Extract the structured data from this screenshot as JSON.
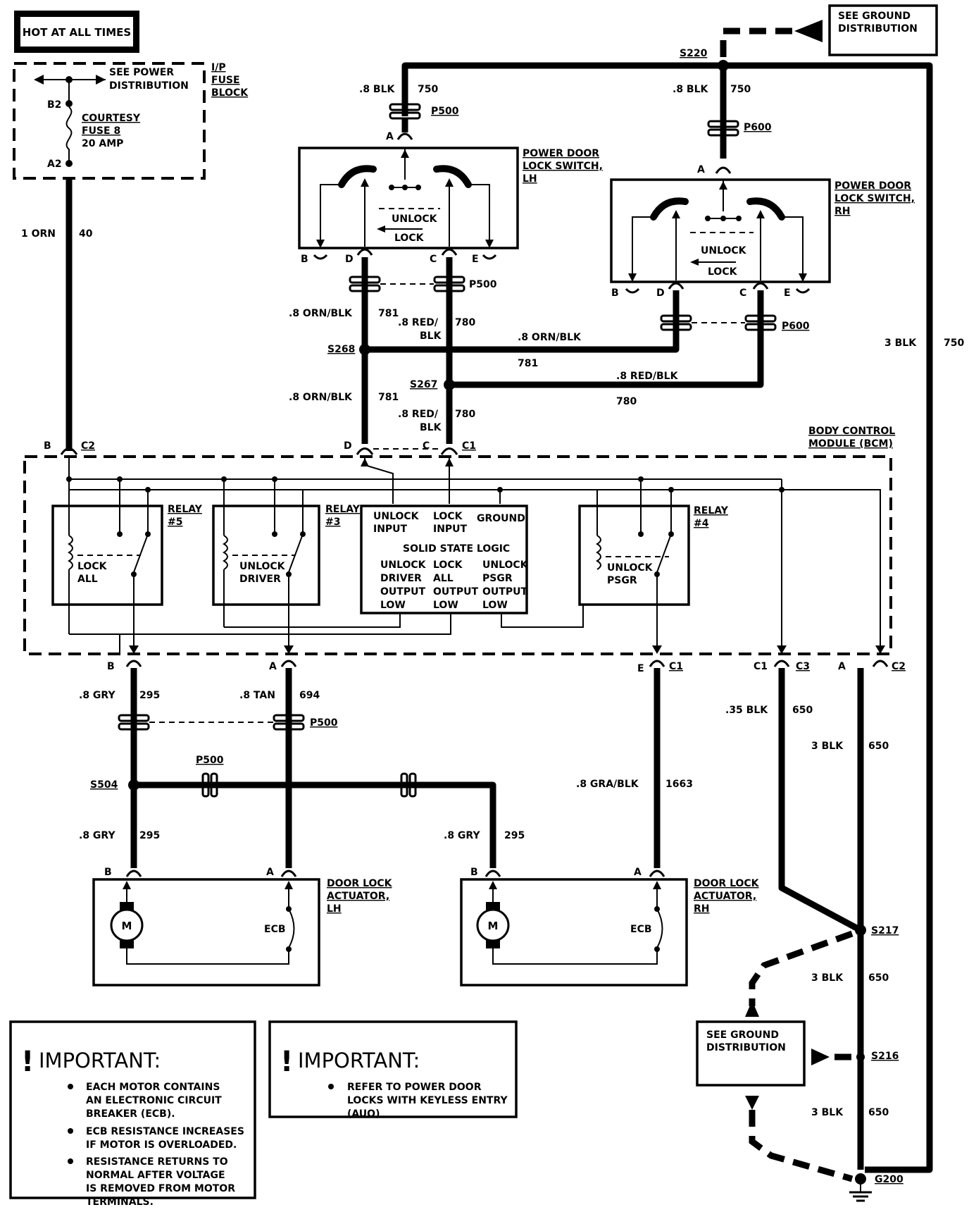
{
  "header": {
    "hot_label": "HOT AT ALL TIMES"
  },
  "fuse_block": {
    "see_power_1": "SEE POWER",
    "see_power_2": "DISTRIBUTION",
    "title_1": "I/P",
    "title_2": "FUSE",
    "title_3": "BLOCK",
    "pin_top": "B2",
    "pin_bottom": "A2",
    "fuse_1": "COURTESY",
    "fuse_2": "FUSE 8",
    "fuse_3": "20 AMP"
  },
  "ground_top": {
    "line1": "SEE GROUND",
    "line2": "DISTRIBUTION"
  },
  "splices": {
    "s220": "S220",
    "s268": "S268",
    "s267": "S267",
    "s504": "S504",
    "s217": "S217",
    "s216": "S216",
    "g200": "G200"
  },
  "connectors": {
    "p500": "P500",
    "p600": "P600",
    "c1": "C1",
    "c2": "C2",
    "c3": "C3"
  },
  "wires": {
    "w_750_lh_gauge": ".8 BLK",
    "w_750_lh_circ": "750",
    "w_750_rh_gauge": ".8 BLK",
    "w_750_rh_circ": "750",
    "w_750_main_gauge": "3 BLK",
    "w_750_main_circ": "750",
    "w_40_gauge": "1 ORN",
    "w_40_circ": "40",
    "w_781_a_gauge": ".8 ORN/BLK",
    "w_781_a_circ": "781",
    "w_780_a_gauge1": ".8 RED/",
    "w_780_a_gauge2": "BLK",
    "w_780_a_circ": "780",
    "w_781_h_gauge": ".8 ORN/BLK",
    "w_781_h_circ": "781",
    "w_780_h_gauge": ".8 RED/BLK",
    "w_780_h_circ": "780",
    "w_781_b_gauge": ".8 ORN/BLK",
    "w_781_b_circ": "781",
    "w_780_b_gauge1": ".8 RED/",
    "w_780_b_gauge2": "BLK",
    "w_780_b_circ": "780",
    "w_295_a_gauge": ".8 GRY",
    "w_295_a_circ": "295",
    "w_694_gauge": ".8 TAN",
    "w_694_circ": "694",
    "w_295_b_gauge": ".8 GRY",
    "w_295_b_circ": "295",
    "w_295_c_gauge": ".8 GRY",
    "w_295_c_circ": "295",
    "w_1663_gauge": ".8 GRA/BLK",
    "w_1663_circ": "1663",
    "w_650_a_gauge": ".35 BLK",
    "w_650_a_circ": "650",
    "w_650_b_gauge": "3 BLK",
    "w_650_b_circ": "650",
    "w_650_c_gauge": "3 BLK",
    "w_650_c_circ": "650",
    "w_650_d_gauge": "3 BLK",
    "w_650_d_circ": "650"
  },
  "switch_lh": {
    "title_1": "POWER DOOR",
    "title_2": "LOCK SWITCH,",
    "title_3": "LH",
    "unlock": "UNLOCK",
    "lock": "LOCK",
    "pin_a": "A",
    "pin_b": "B",
    "pin_c": "C",
    "pin_d": "D",
    "pin_e": "E"
  },
  "switch_rh": {
    "title_1": "POWER DOOR",
    "title_2": "LOCK SWITCH,",
    "title_3": "RH",
    "unlock": "UNLOCK",
    "lock": "LOCK",
    "pin_a": "A",
    "pin_b": "B",
    "pin_c": "C",
    "pin_d": "D",
    "pin_e": "E"
  },
  "bcm": {
    "title_1": "BODY CONTROL",
    "title_2": "MODULE (BCM)",
    "pin_b": "B",
    "pin_d": "D",
    "pin_c": "C",
    "relay5_t1": "RELAY",
    "relay5_t2": "#5",
    "relay5_c1": "LOCK",
    "relay5_c2": "ALL",
    "relay3_t1": "RELAY",
    "relay3_t2": "#3",
    "relay3_c1": "UNLOCK",
    "relay3_c2": "DRIVER",
    "relay4_t1": "RELAY",
    "relay4_t2": "#4",
    "relay4_c1": "UNLOCK",
    "relay4_c2": "PSGR",
    "logic": {
      "unlock_input_1": "UNLOCK",
      "unlock_input_2": "INPUT",
      "lock_input_1": "LOCK",
      "lock_input_2": "INPUT",
      "ground": "GROUND",
      "title": "SOLID STATE LOGIC",
      "o1_1": "UNLOCK",
      "o1_2": "DRIVER",
      "o1_3": "OUTPUT",
      "o1_4": "LOW",
      "o2_1": "LOCK",
      "o2_2": "ALL",
      "o2_3": "OUTPUT",
      "o2_4": "LOW",
      "o3_1": "UNLOCK",
      "o3_2": "PSGR",
      "o3_3": "OUTPUT",
      "o3_4": "LOW"
    }
  },
  "bottom_pins": {
    "b_c2": "B",
    "a_c2": "A",
    "e_c1": "E",
    "c1_c3": "C1",
    "a_c2b": "A"
  },
  "actuator_lh": {
    "title_1": "DOOR LOCK",
    "title_2": "ACTUATOR,",
    "title_3": "LH",
    "pin_b": "B",
    "pin_a": "A",
    "motor": "M",
    "ecb": "ECB"
  },
  "actuator_rh": {
    "title_1": "DOOR LOCK",
    "title_2": "ACTUATOR,",
    "title_3": "RH",
    "pin_b": "B",
    "pin_a": "A",
    "motor": "M",
    "ecb": "ECB"
  },
  "ground_box": {
    "line1": "SEE GROUND",
    "line2": "DISTRIBUTION"
  },
  "important_1": {
    "heading": "IMPORTANT:",
    "b1_1": "EACH MOTOR CONTAINS",
    "b1_2": "AN ELECTRONIC CIRCUIT",
    "b1_3": "BREAKER (ECB).",
    "b2_1": "ECB RESISTANCE INCREASES",
    "b2_2": "IF MOTOR IS OVERLOADED.",
    "b3_1": "RESISTANCE RETURNS TO",
    "b3_2": "NORMAL AFTER VOLTAGE",
    "b3_3": "IS REMOVED FROM MOTOR",
    "b3_4": "TERMINALS."
  },
  "important_2": {
    "heading": "IMPORTANT:",
    "b1_1": "REFER TO POWER DOOR",
    "b1_2": "LOCKS WITH KEYLESS ENTRY",
    "b1_3": "(AUO)"
  }
}
